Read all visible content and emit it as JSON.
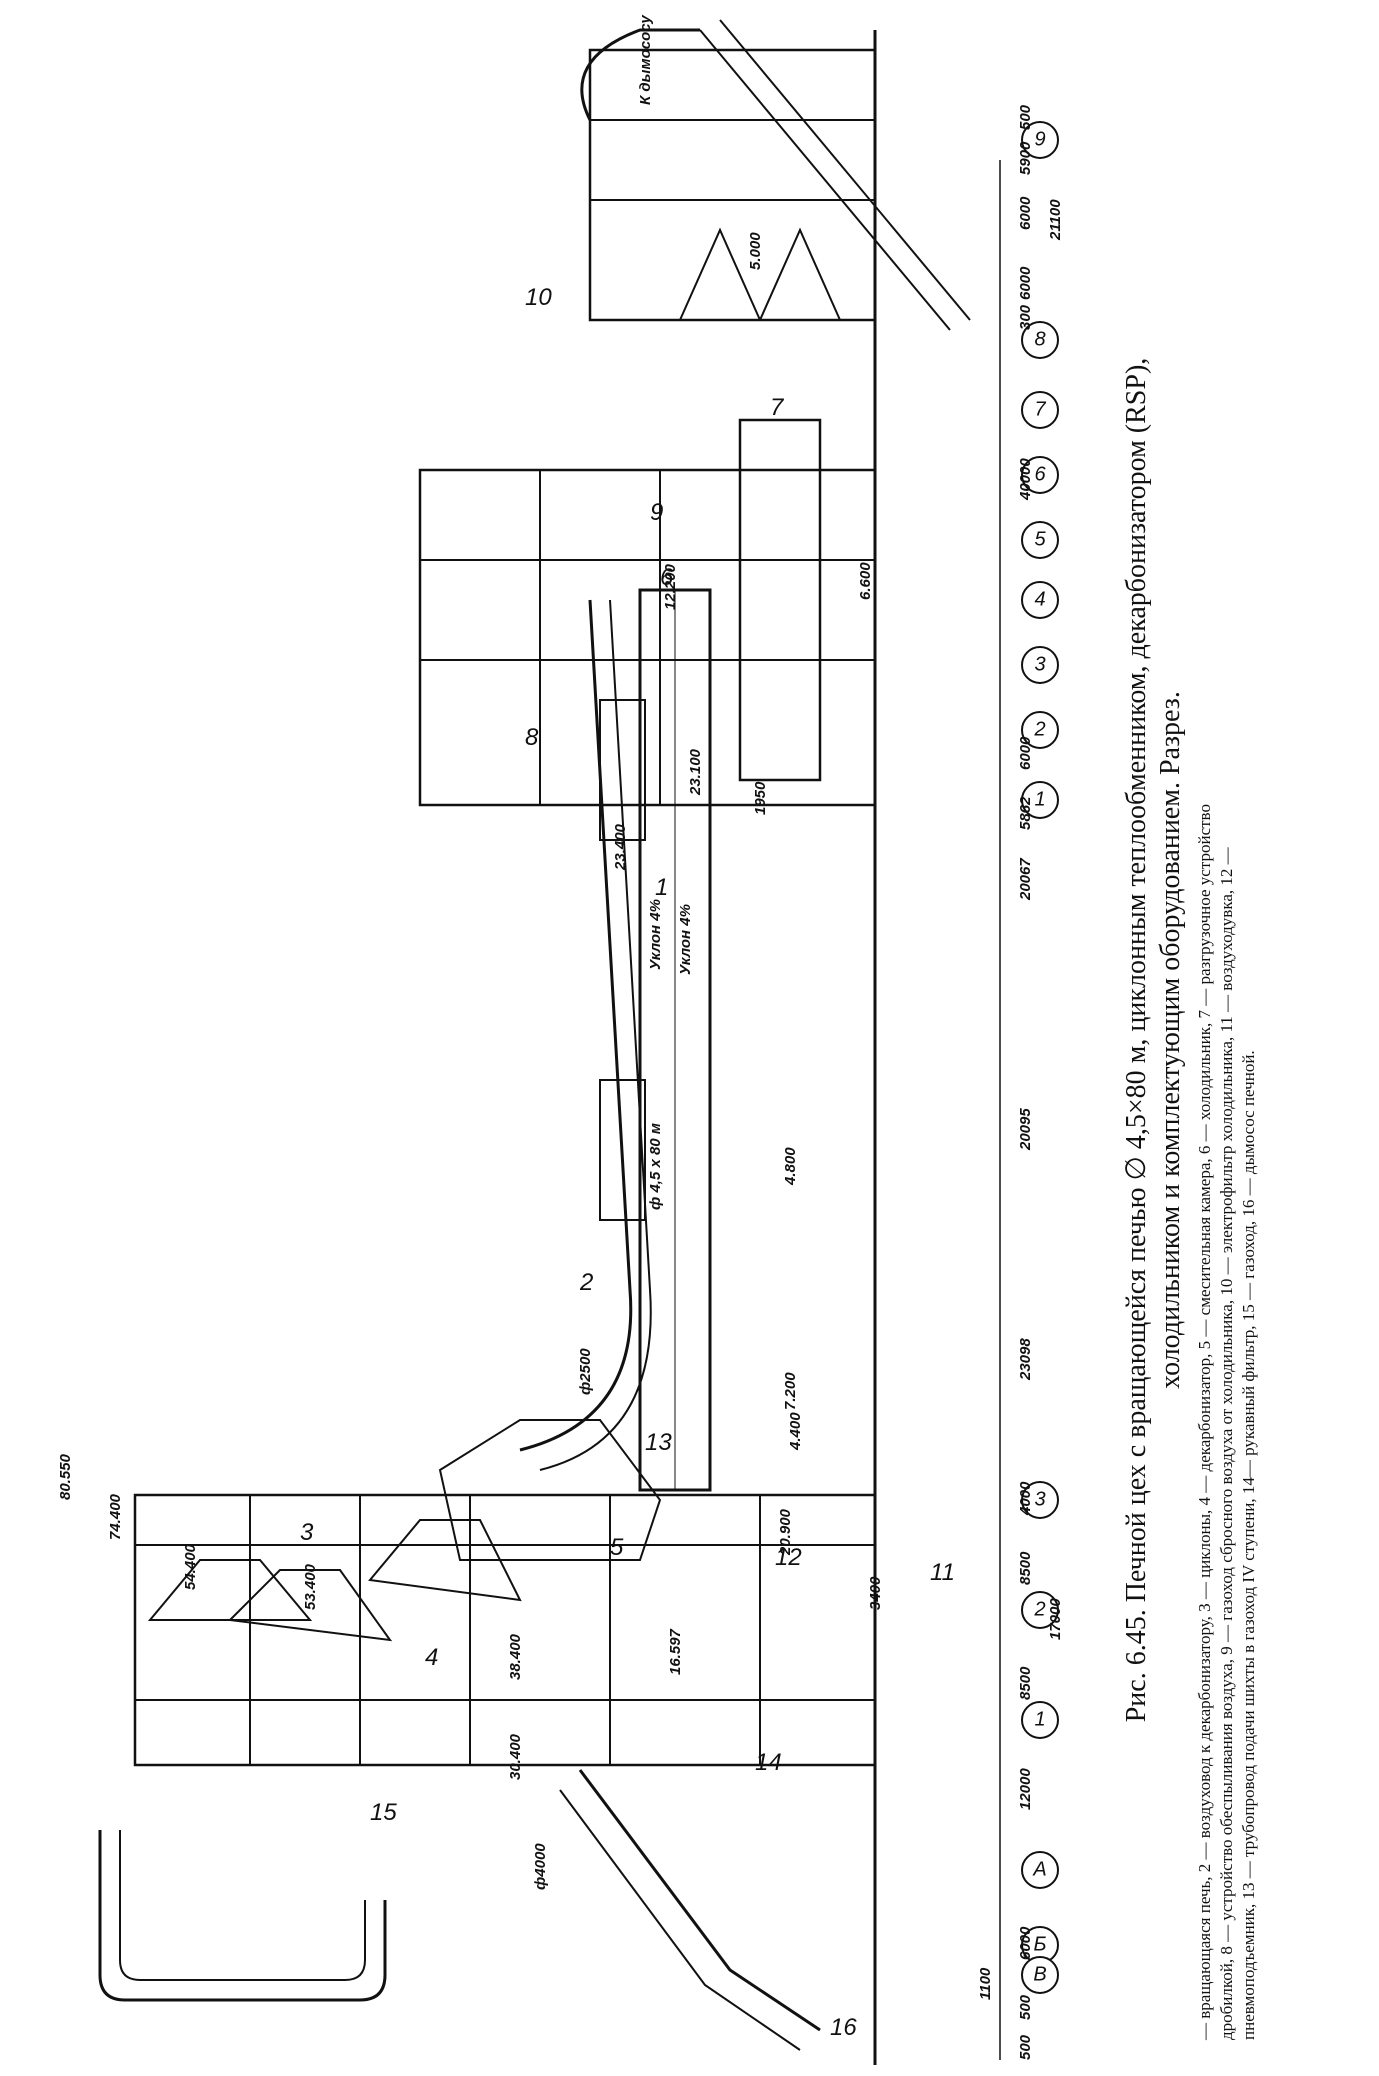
{
  "caption": {
    "title_line1": "Рис. 6.45. Печной цех с вращающейся печью ∅ 4,5×80 м, циклонным теплообменником, декарбонизатором (RSP),",
    "title_line2": "холодильником и комплектующим оборудованием. Разрез.",
    "legend_line1": "— вращающаяся печь, 2 — воздуховод к декарбонизатору, 3 — циклоны, 4 — декарбонизатор, 5 — смесительная камера, 6 — холодильник, 7 — разгрузочное устройство",
    "legend_line2": "дробилкой, 8 — устройство обеспыливания воздуха, 9 — газоход сбросного воздуха от холодильника, 10 — электрофильтр холодильника, 11 — воздуходувка, 12 —",
    "legend_line3": "пневмоподъемник, 13 — трубопровод подачи шихты в газоход IV ступени, 14— рукавный фильтр, 15 — газоход, 16 — дымосос печной."
  },
  "drawing": {
    "callouts": [
      "1",
      "2",
      "3",
      "4",
      "5",
      "6",
      "7",
      "8",
      "9",
      "10",
      "11",
      "12",
      "13",
      "14",
      "15",
      "16"
    ],
    "axis_markers_top": [
      "9",
      "8",
      "7",
      "6",
      "5",
      "4",
      "3",
      "2",
      "1"
    ],
    "axis_markers_bottom": [
      "3",
      "2",
      "1",
      "А",
      "Б",
      "В"
    ],
    "elevations": [
      "80.550",
      "74.400",
      "54.400",
      "53.400",
      "38.400",
      "30.400",
      "16.597",
      "20.900",
      "23.400",
      "23.100",
      "12.200",
      "7.200",
      "4.800",
      "6.600",
      "5.000",
      "4.400"
    ],
    "dimensions": [
      "500",
      "6000",
      "12000",
      "8500",
      "8500",
      "17000",
      "4000",
      "23098",
      "20095",
      "20067",
      "5862",
      "6000",
      "40000",
      "300",
      "6000",
      "6000",
      "5900",
      "500",
      "21100",
      "1100",
      "3400",
      "1950",
      "500"
    ],
    "diameters": [
      "ф4000",
      "ф2500"
    ],
    "pipe_labels": [
      "ф 4,5 х 80 м",
      "Уклон 4%",
      "Уклон 4%"
    ],
    "arrow_label": "К дымососу"
  }
}
